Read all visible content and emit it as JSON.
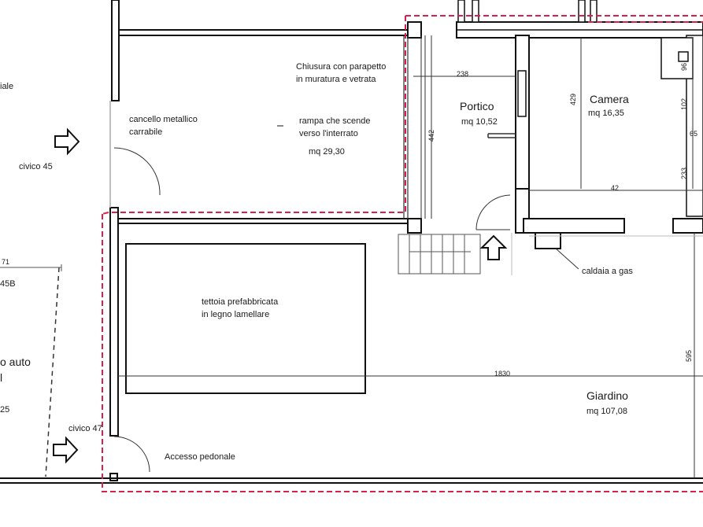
{
  "colors": {
    "wall": "#111111",
    "boundary": "#d8204a",
    "thin": "#333333",
    "grey": "#9a9a9a"
  },
  "labels": {
    "ale": "iale",
    "civico45": "civico 45",
    "civico45b": "45B",
    "auto": "o auto",
    "auto2": "l",
    "dim25": "25",
    "dim71": "71",
    "civico47": "civico 47",
    "cancello1": "cancello metallico",
    "cancello2": "carrabile",
    "rampa1": "rampa che scende",
    "rampa2": "verso l'interrato",
    "rampa_area": "mq 29,30",
    "chiusura1": "Chiusura con parapetto",
    "chiusura2": "in muratura e vetrata",
    "portico": "Portico",
    "portico_area": "mq 10,52",
    "camera": "Camera",
    "camera_area": "mq 16,35",
    "tettoia1": "tettoia prefabbricata",
    "tettoia2": "in legno lamellare",
    "caldaia": "caldaia a gas",
    "giardino": "Giardino",
    "giardino_area": "mq 107,08",
    "accesso": "Accesso pedonale"
  },
  "dims": {
    "d238": "238",
    "d442": "442",
    "d429": "429",
    "d42": "42",
    "d233": "233",
    "d96": "96",
    "d102": "102",
    "d65": "65",
    "d1830": "1830",
    "d595": "595"
  }
}
